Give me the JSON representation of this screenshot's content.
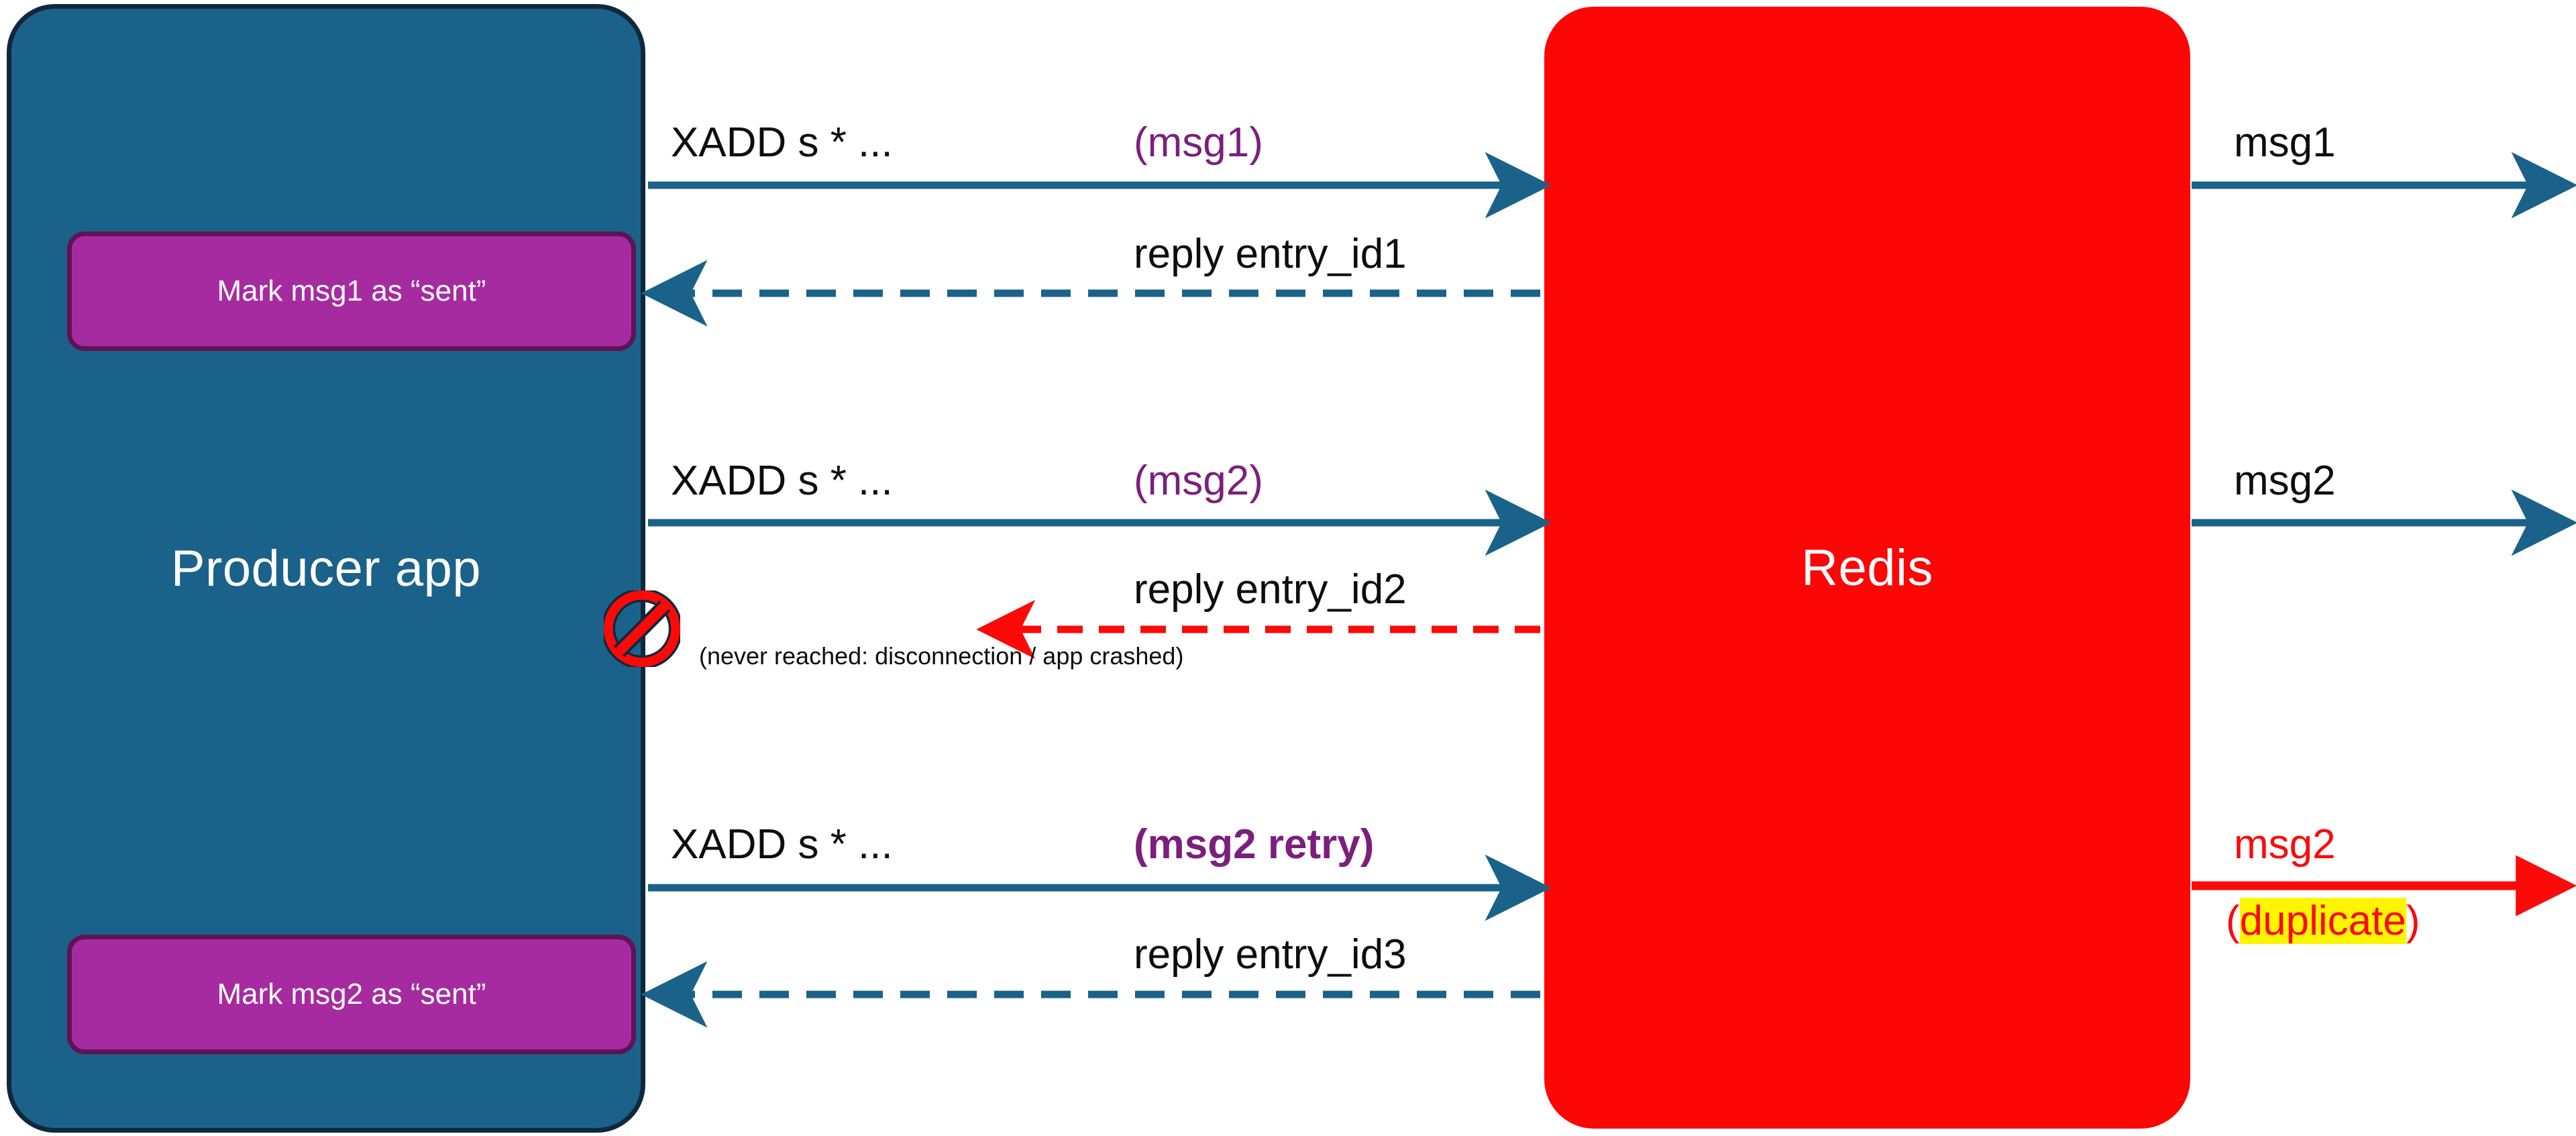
{
  "diagram": {
    "title": "Redis stream producer at-least-once delivery duplicate",
    "colors": {
      "producer_fill": "#1A6289",
      "producer_border": "#10283C",
      "redis_fill": "#FC0606",
      "mark_box_fill": "#A62BA0",
      "mark_box_border": "#5E1356",
      "arrow_teal": "#1A6289",
      "arrow_red": "#FB0A08",
      "tag_purple": "#7B1F7D",
      "highlight_yellow": "#FFF500",
      "text_black": "#0D0D0D",
      "text_white": "#FFFFFF"
    }
  },
  "actors": {
    "producer": {
      "label": "Producer app"
    },
    "redis": {
      "label": "Redis"
    }
  },
  "producer_actions": [
    {
      "label": "Mark msg1 as “sent”"
    },
    {
      "label": "Mark msg2 as “sent”"
    }
  ],
  "flows": [
    {
      "id": "flow-1-request",
      "command": "XADD s * ...",
      "tag": "(msg1)",
      "direction": "producer-to-redis",
      "style": "solid",
      "color": "#1A6289"
    },
    {
      "id": "flow-1-reply",
      "reply": "reply entry_id1",
      "direction": "redis-to-producer",
      "style": "dashed",
      "color": "#1A6289"
    },
    {
      "id": "flow-2-request",
      "command": "XADD s * ...",
      "tag": "(msg2)",
      "direction": "producer-to-redis",
      "style": "solid",
      "color": "#1A6289"
    },
    {
      "id": "flow-2-reply",
      "reply": "reply entry_id2",
      "note": "(never reached: disconnection / app crashed)",
      "direction": "redis-to-producer",
      "style": "dashed",
      "color": "#FB0A08",
      "blocked": true
    },
    {
      "id": "flow-3-request",
      "command": "XADD s * ...",
      "tag": "(msg2 retry)",
      "tag_bold": true,
      "direction": "producer-to-redis",
      "style": "solid",
      "color": "#1A6289"
    },
    {
      "id": "flow-3-reply",
      "reply": "reply entry_id3",
      "direction": "redis-to-producer",
      "style": "dashed",
      "color": "#1A6289"
    }
  ],
  "outputs": [
    {
      "id": "out-msg1",
      "label": "msg1",
      "color": "#0D0D0D",
      "arrow_color": "#1A6289"
    },
    {
      "id": "out-msg2",
      "label": "msg2",
      "color": "#0D0D0D",
      "arrow_color": "#1A6289"
    },
    {
      "id": "out-msg2-duplicate",
      "label": "msg2",
      "note_open": "(",
      "note_highlight": "duplicate",
      "note_close": ")",
      "color": "#FB0A08",
      "arrow_color": "#FB0A08",
      "highlight": "#FFF500"
    }
  ],
  "icons": {
    "no_entry": {
      "name": "no-entry-icon",
      "meaning": "blocked / connection lost"
    }
  }
}
